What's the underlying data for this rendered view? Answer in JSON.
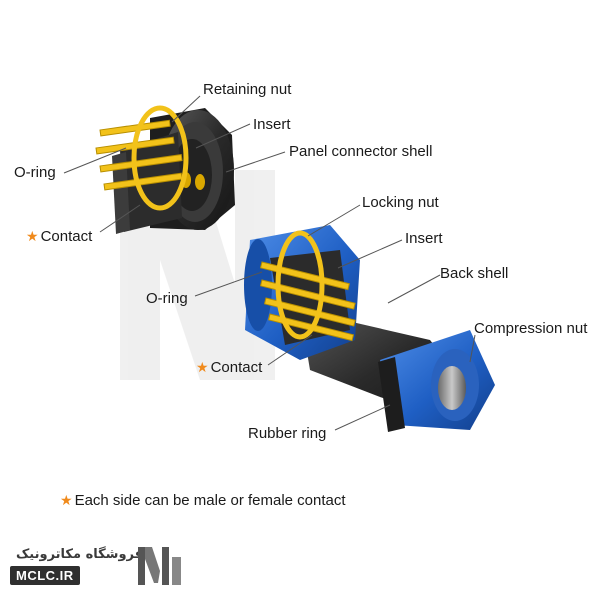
{
  "labels": {
    "retaining_nut": "Retaining nut",
    "insert_top": "Insert",
    "panel_connector_shell": "Panel connector shell",
    "o_ring_top": "O-ring",
    "contact_top": "Contact",
    "locking_nut": "Locking nut",
    "insert_bottom": "Insert",
    "back_shell": "Back shell",
    "o_ring_bottom": "O-ring",
    "compression_nut": "Compression nut",
    "contact_bottom": "Contact",
    "rubber_ring": "Rubber ring"
  },
  "star_symbol": "★",
  "footnote": "Each side can be male or female contact",
  "brand": {
    "name_fa": "فروشگاه مکاترونیک",
    "name_en": "MCLC.IR"
  },
  "colors": {
    "blue": "#1f63c6",
    "dark": "#2b2b2b",
    "gold": "#f2c21a",
    "star": "#f08a1c"
  }
}
